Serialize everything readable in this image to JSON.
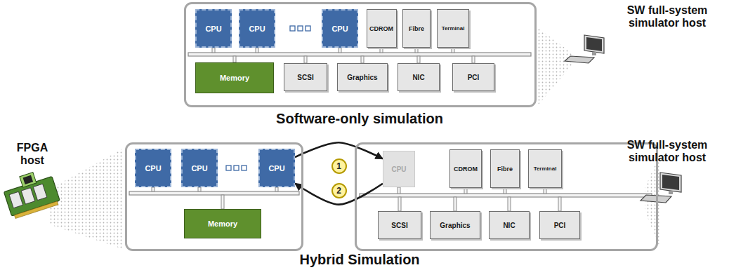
{
  "diagram": {
    "nodes": [
      {
        "text": []
      },
      {
        "text": [
          "CPU"
        ],
        "in": 0
      },
      {
        "text": [
          "CPU"
        ],
        "in": 0
      },
      {
        "text": [
          "CPU"
        ],
        "in": 0
      },
      {
        "text": [
          "CDROM"
        ],
        "in": 0
      },
      {
        "text": [
          "Fibre"
        ],
        "in": 0
      },
      {
        "text": [
          "Terminal"
        ],
        "in": 0
      },
      {
        "text": [
          "Memory"
        ],
        "in": 0
      },
      {
        "text": [
          "SCSI"
        ],
        "in": 0
      },
      {
        "text": [
          "Graphics"
        ],
        "in": 0
      },
      {
        "text": [
          "NIC"
        ],
        "in": 0
      },
      {
        "text": [
          "PCI"
        ],
        "in": 0
      },
      {
        "text": []
      },
      {
        "text": [
          "CPU"
        ],
        "in": 12
      },
      {
        "text": [
          "CPU"
        ],
        "in": 12
      },
      {
        "text": [
          "CPU"
        ],
        "in": 12
      },
      {
        "text": [
          "Memory"
        ],
        "in": 12
      },
      {
        "text": []
      },
      {
        "text": [
          "CPU"
        ],
        "in": 17
      },
      {
        "text": [
          "CDROM"
        ],
        "in": 17
      },
      {
        "text": [
          "Fibre"
        ],
        "in": 17
      },
      {
        "text": [
          "Terminal"
        ],
        "in": 17
      },
      {
        "text": [
          "SCSI"
        ],
        "in": 17
      },
      {
        "text": [
          "Graphics"
        ],
        "in": 17
      },
      {
        "text": [
          "NIC"
        ],
        "in": 17
      },
      {
        "text": [
          "PCI"
        ],
        "in": 17
      }
    ],
    "edges": [
      {
        "from": 15,
        "to": 18,
        "label": "1",
        "arrow": "to"
      },
      {
        "from": 18,
        "to": 15,
        "label": "2",
        "arrow": "to"
      }
    ],
    "labels": [
      "SW full-system simulator host",
      "Software-only simulation",
      "FPGA host",
      "SW full-system simulator host",
      "Hybrid Simulation"
    ]
  }
}
